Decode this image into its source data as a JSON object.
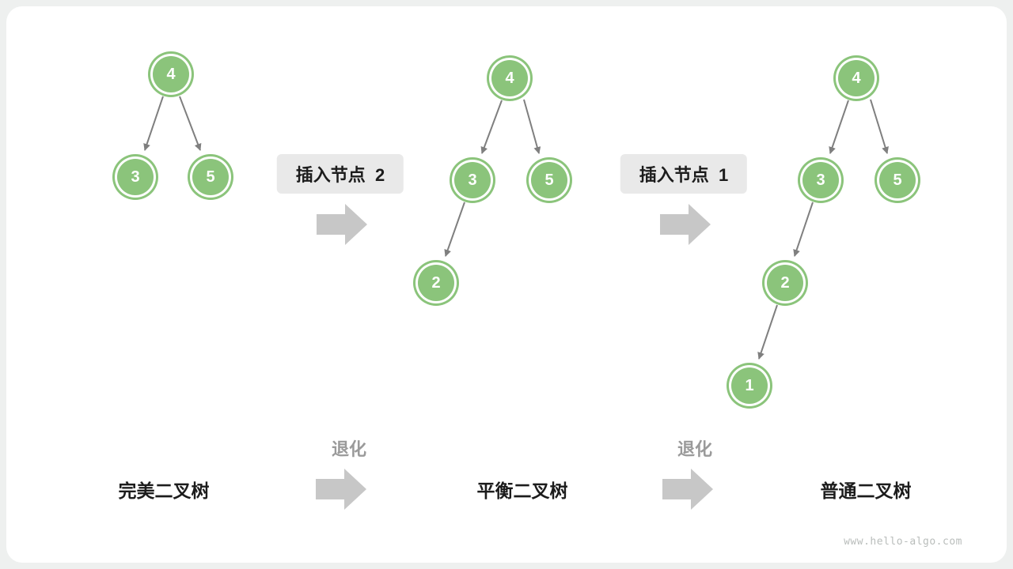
{
  "page": {
    "watermark": "www.hello-algo.com"
  },
  "labels": {
    "insert_node_2": "插入节点  2",
    "insert_node_1": "插入节点  1",
    "degrade_1": "退化",
    "degrade_2": "退化",
    "perfect_tree": "完美二叉树",
    "balanced_tree": "平衡二叉树",
    "ordinary_tree": "普通二叉树"
  },
  "trees": [
    {
      "name": "perfect-binary-tree",
      "nodes": [
        {
          "value": "4"
        },
        {
          "value": "3"
        },
        {
          "value": "5"
        }
      ],
      "edges": [
        "4-3",
        "4-5"
      ]
    },
    {
      "name": "balanced-binary-tree",
      "nodes": [
        {
          "value": "4"
        },
        {
          "value": "3"
        },
        {
          "value": "5"
        },
        {
          "value": "2"
        }
      ],
      "edges": [
        "4-3",
        "4-5",
        "3-2"
      ]
    },
    {
      "name": "ordinary-binary-tree",
      "nodes": [
        {
          "value": "4"
        },
        {
          "value": "3"
        },
        {
          "value": "5"
        },
        {
          "value": "2"
        },
        {
          "value": "1"
        }
      ],
      "edges": [
        "4-3",
        "4-5",
        "3-2",
        "2-1"
      ]
    }
  ],
  "colors": {
    "node_green": "#8bc47b",
    "edge_gray": "#7f7f7f",
    "block_arrow_gray": "#c7c7c7",
    "label_box_bg": "#e9e9e9",
    "card_bg": "#ffffff",
    "page_bg": "#eef0ef"
  }
}
